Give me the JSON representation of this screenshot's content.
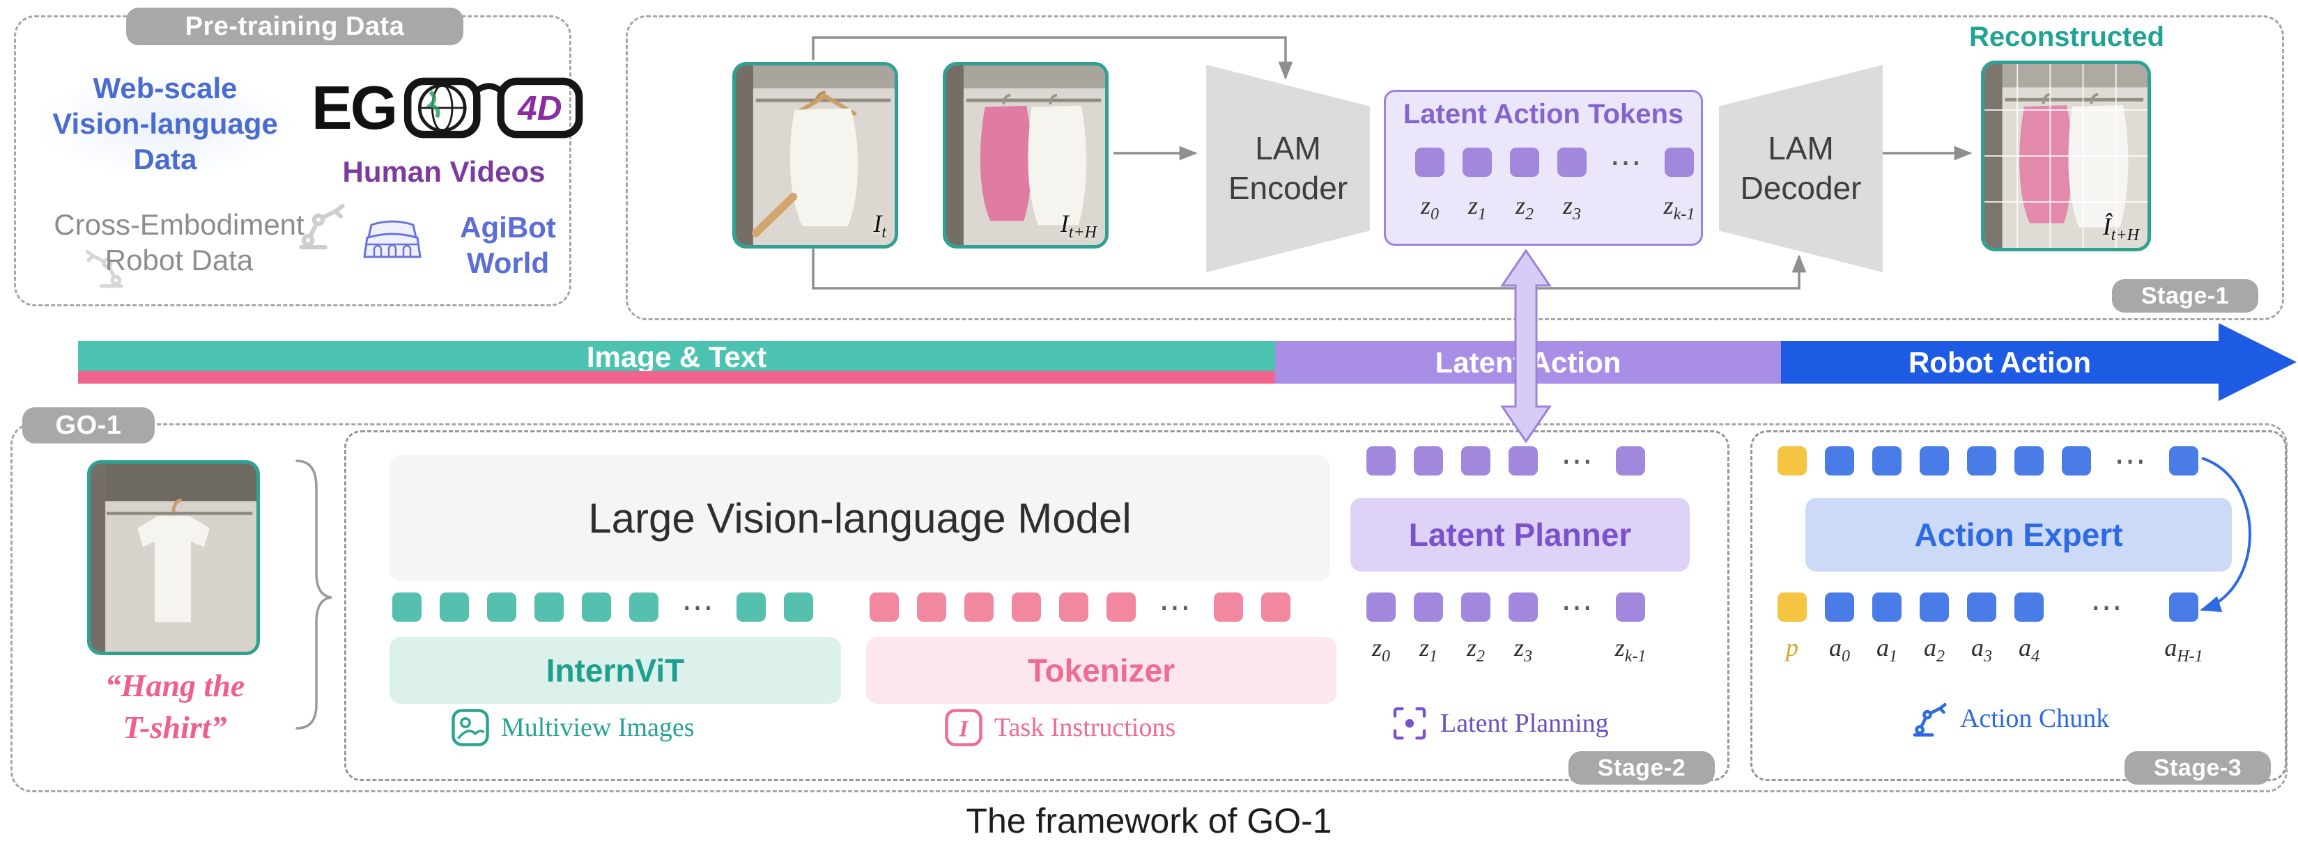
{
  "caption": "The framework of GO-1",
  "symbols": {
    "dots": "⋯",
    "instruction_icon": "I"
  },
  "colors": {
    "teal": "#4cc3b0",
    "pink": "#f2638d",
    "purple": "#a98ee8",
    "blue": "#1d5be5",
    "yellow": "#f5c542",
    "badge_gray": "#a8a8a8"
  },
  "pretraining": {
    "badge": "Pre-training Data",
    "web_lines": [
      "Web-scale",
      "Vision-language",
      "Data"
    ],
    "ego": {
      "eg": "EG",
      "fourd": "4D"
    },
    "human_videos": "Human Videos",
    "cross_lines": [
      "Cross-Embodiment",
      "Robot Data"
    ],
    "agibot_lines": [
      "AgiBot",
      "World"
    ]
  },
  "stage1": {
    "badge": "Stage-1",
    "encoder_lines": [
      "LAM",
      "Encoder"
    ],
    "decoder_lines": [
      "LAM",
      "Decoder"
    ],
    "latent_title": "Latent Action Tokens",
    "z_labels": [
      {
        "base": "z",
        "sub": "0"
      },
      {
        "base": "z",
        "sub": "1"
      },
      {
        "base": "z",
        "sub": "2"
      },
      {
        "base": "z",
        "sub": "3"
      },
      {
        "base": "z",
        "sub": "k-1"
      }
    ],
    "img_t": {
      "base": "I",
      "sub": "t"
    },
    "img_th": {
      "base": "I",
      "sub": "t+H"
    },
    "img_rec": {
      "base": "Î",
      "sub": "t+H"
    },
    "reconstructed": "Reconstructed"
  },
  "ribbon": {
    "segments": [
      {
        "label": "Image & Text"
      },
      {
        "label": "Latent Action"
      },
      {
        "label": "Robot Action"
      }
    ]
  },
  "go1": {
    "badge": "GO-1",
    "instruction_lines": [
      "“Hang the",
      "T-shirt”"
    ]
  },
  "stage2": {
    "badge": "Stage-2",
    "lvlm": "Large Vision-language Model",
    "internvit": "InternViT",
    "tokenizer": "Tokenizer",
    "multiview": "Multiview Images",
    "task_instructions": "Task Instructions",
    "planner": "Latent Planner",
    "planning": "Latent Planning",
    "z_labels": [
      {
        "base": "z",
        "sub": "0"
      },
      {
        "base": "z",
        "sub": "1"
      },
      {
        "base": "z",
        "sub": "2"
      },
      {
        "base": "z",
        "sub": "3"
      },
      {
        "base": "z",
        "sub": "k-1"
      }
    ]
  },
  "stage3": {
    "badge": "Stage-3",
    "expert": "Action Expert",
    "chunk": "Action Chunk",
    "labels": [
      {
        "base": "p",
        "sub": ""
      },
      {
        "base": "a",
        "sub": "0"
      },
      {
        "base": "a",
        "sub": "1"
      },
      {
        "base": "a",
        "sub": "2"
      },
      {
        "base": "a",
        "sub": "3"
      },
      {
        "base": "a",
        "sub": "4"
      },
      {
        "base": "a",
        "sub": "H-1"
      }
    ]
  }
}
